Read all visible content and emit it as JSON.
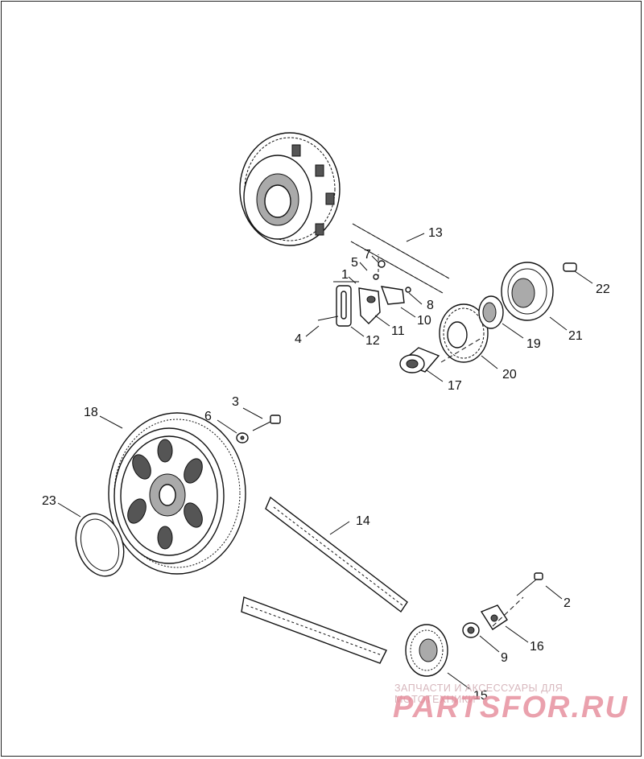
{
  "diagram": {
    "callouts": {
      "c1": "1",
      "c2": "2",
      "c3": "3",
      "c4": "4",
      "c5": "5",
      "c6": "6",
      "c7": "7",
      "c8": "8",
      "c9": "9",
      "c10": "10",
      "c11": "11",
      "c12": "12",
      "c13": "13",
      "c14": "14",
      "c15": "15",
      "c16": "16",
      "c17": "17",
      "c18": "18",
      "c19": "19",
      "c20": "20",
      "c21": "21",
      "c22": "22",
      "c23": "23"
    },
    "watermark": {
      "tagline": "ЗАПЧАСТИ И АКСЕССУАРЫ ДЛЯ МОТОТЕХНИКИ",
      "brand": "PARTSFOR.RU"
    }
  }
}
